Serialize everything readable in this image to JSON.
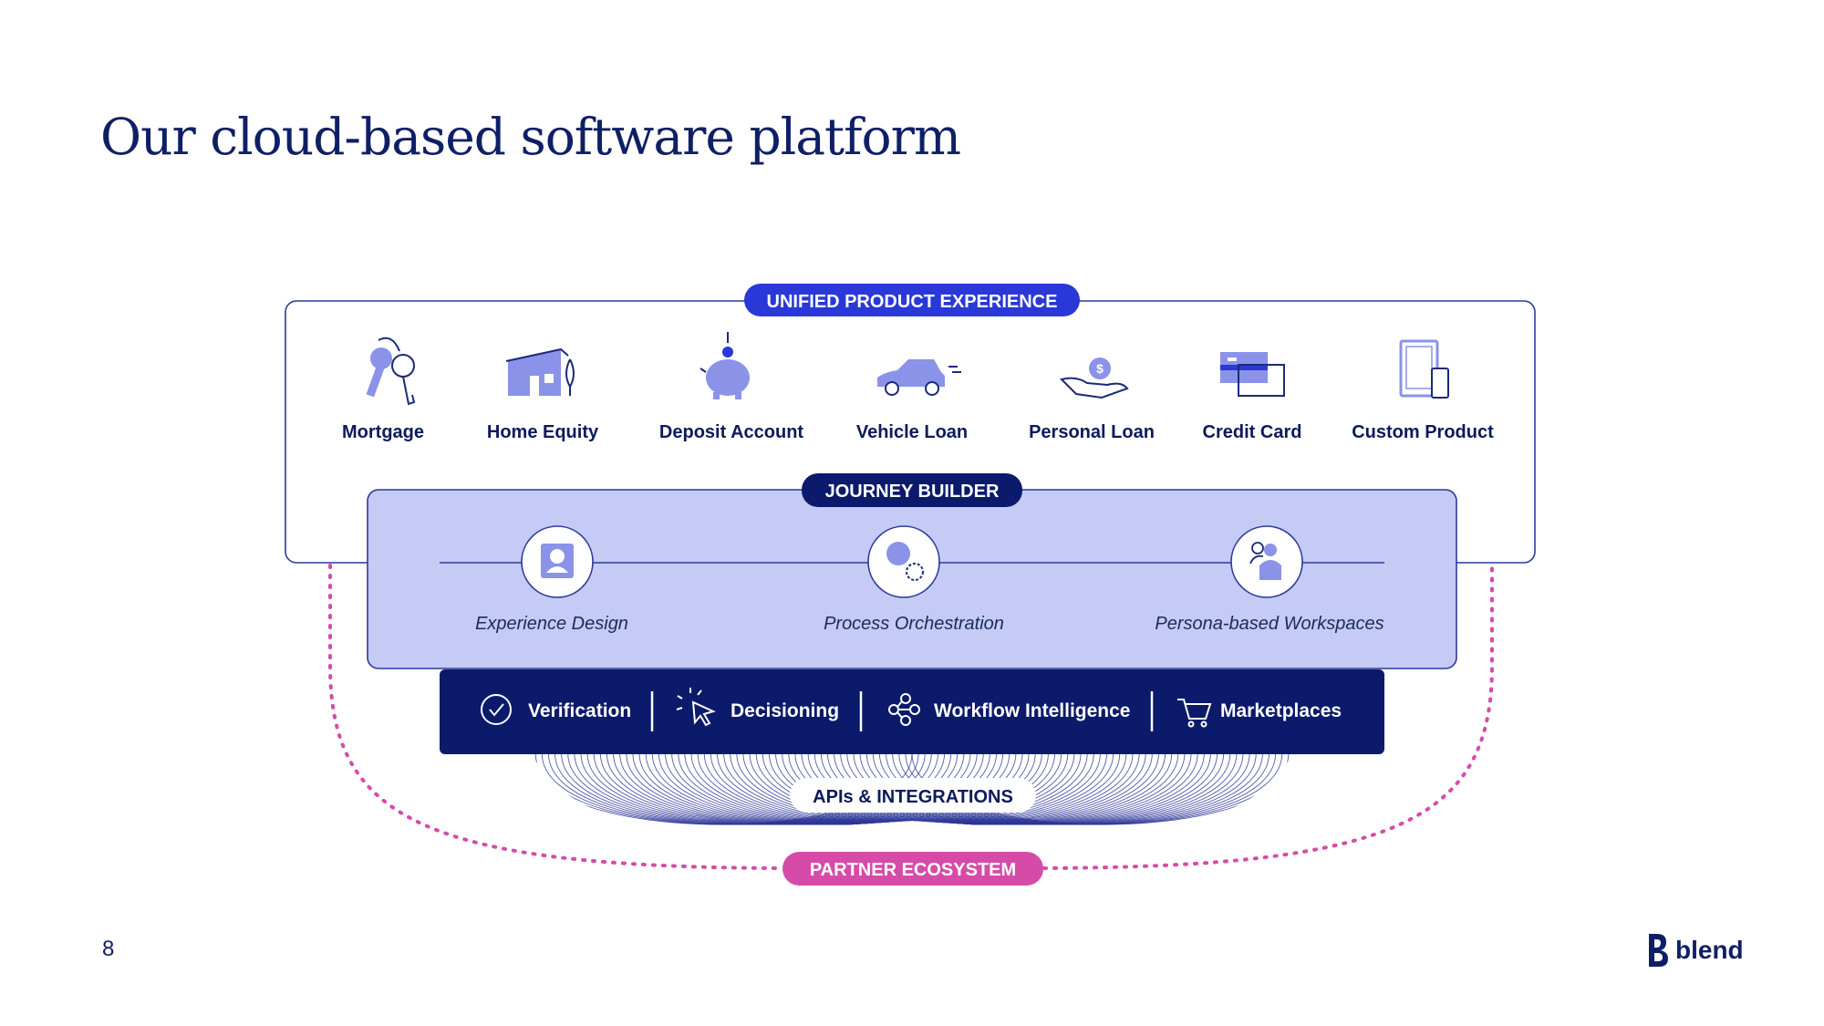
{
  "title": "Our cloud-based software platform",
  "page_number": "8",
  "logo_text": "blend",
  "colors": {
    "navy": "#0b1a6b",
    "royal": "#2a38d8",
    "lavender": "#c5cbf5",
    "icon_fill": "#8a93e8",
    "magenta": "#d64ba8"
  },
  "unified": {
    "label": "UNIFIED PRODUCT EXPERIENCE",
    "products": [
      {
        "label": "Mortgage",
        "icon": "keys-icon"
      },
      {
        "label": "Home Equity",
        "icon": "house-icon"
      },
      {
        "label": "Deposit Account",
        "icon": "piggy-bank-icon"
      },
      {
        "label": "Vehicle Loan",
        "icon": "car-icon"
      },
      {
        "label": "Personal Loan",
        "icon": "hand-coin-icon"
      },
      {
        "label": "Credit Card",
        "icon": "credit-card-icon"
      },
      {
        "label": "Custom Product",
        "icon": "devices-icon"
      }
    ]
  },
  "journey": {
    "label": "JOURNEY BUILDER",
    "steps": [
      {
        "label": "Experience Design",
        "icon": "profile-card-icon"
      },
      {
        "label": "Process Orchestration",
        "icon": "gears-icon"
      },
      {
        "label": "Persona-based Workspaces",
        "icon": "people-icon"
      }
    ]
  },
  "capabilities": [
    {
      "label": "Verification",
      "icon": "check-circle-icon"
    },
    {
      "label": "Decisioning",
      "icon": "cursor-click-icon"
    },
    {
      "label": "Workflow Intelligence",
      "icon": "workflow-icon"
    },
    {
      "label": "Marketplaces",
      "icon": "cart-icon"
    }
  ],
  "apis_label": "APIs & INTEGRATIONS",
  "partner_label": "PARTNER ECOSYSTEM"
}
